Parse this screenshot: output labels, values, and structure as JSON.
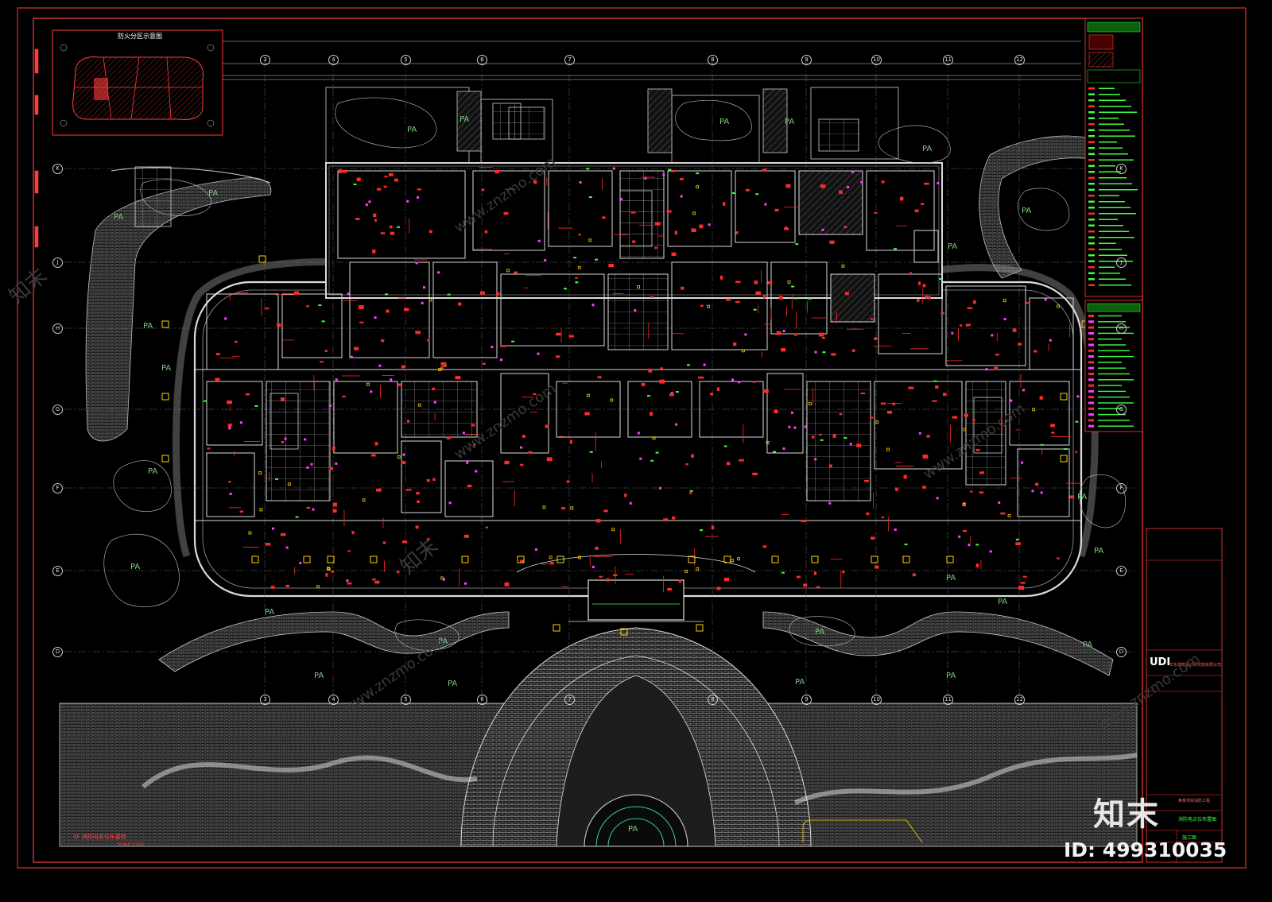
{
  "inset": {
    "title": "防火分区示意图"
  },
  "pa_label": "PA",
  "plan_caption": {
    "title": "1F 消防电点位布置图",
    "scale": "SCALE 1:150"
  },
  "grid_columns": [
    "3",
    "4",
    "5",
    "6",
    "7",
    "8",
    "9",
    "10",
    "11",
    "12"
  ],
  "grid_rows": [
    "K",
    "J",
    "H",
    "G",
    "F",
    "E",
    "D"
  ],
  "title_block": {
    "logo_mark": "UDI",
    "company_cn": "华东建筑设计研究院有限公司",
    "project_line1": "某某项目消防工程",
    "drawing_name": "消防电点位布置图",
    "stage": "施工图"
  },
  "watermark": {
    "brand": "知末",
    "site": "www.znzmo.com",
    "id": "ID: 499310035"
  },
  "colors": {
    "frame": "#ff3b3b",
    "wall": "#d8d8d8",
    "device": "#ff2a2a",
    "accent_green": "#3fff3f",
    "magenta": "#ff40ff",
    "yellow": "#ffd400",
    "paving": "#9a9a9a"
  }
}
